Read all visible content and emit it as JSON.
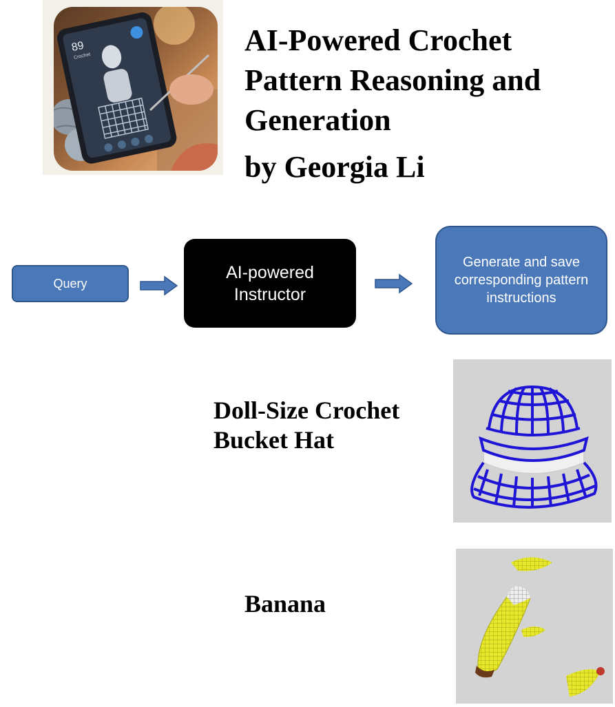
{
  "header": {
    "title": "AI-Powered Crochet Pattern Reasoning and Generation",
    "author": "by Georgia Li",
    "hero_tablet_number": "89",
    "hero_tablet_caption": "Crochet"
  },
  "flow": {
    "query_label": "Query",
    "instructor_label": "AI-powered Instructor",
    "generate_label": "Generate and save corresponding pattern instructions"
  },
  "examples": [
    {
      "label": "Doll-Size Crochet Bucket Hat",
      "mesh_color": "#1f14d6",
      "band_color": "#f0f0f0"
    },
    {
      "label": "Banana",
      "mesh_color": "#e6e62a",
      "tip_color": "#e8e8e8"
    }
  ],
  "colors": {
    "box_blue": "#4a78b8",
    "box_border": "#2f558d",
    "instructor_bg": "#000000",
    "panel_bg": "#d3d3d3"
  }
}
